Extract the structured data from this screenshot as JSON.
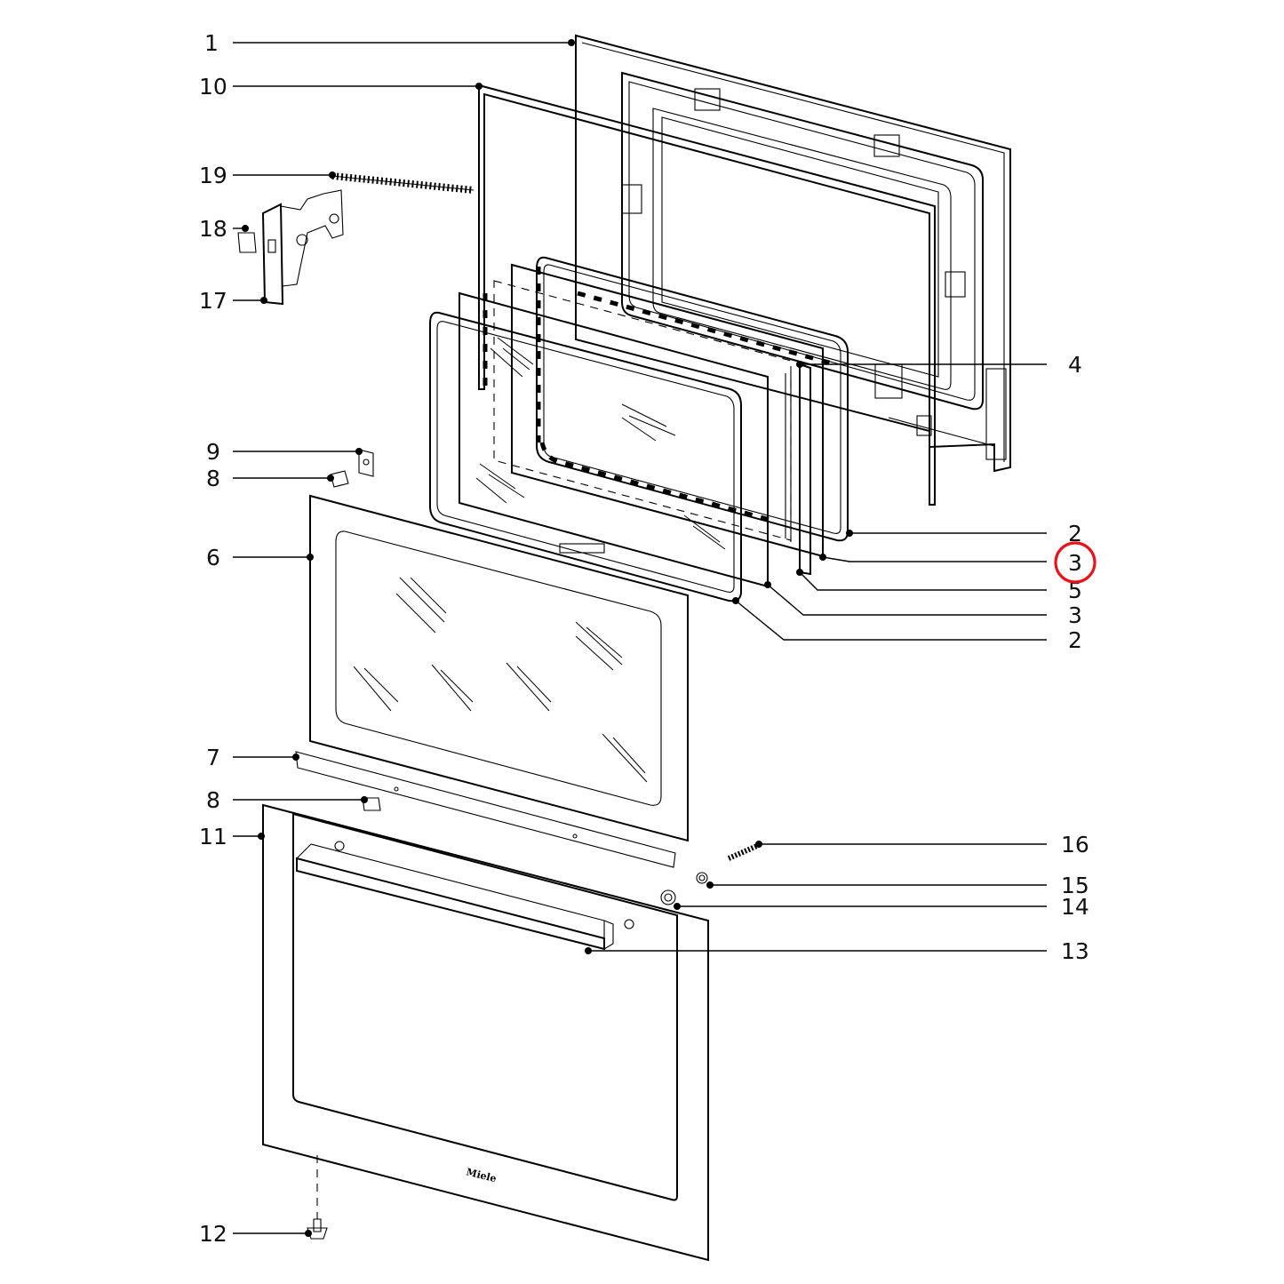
{
  "labels": {
    "l1": "1",
    "l10": "10",
    "l19": "19",
    "l18": "18",
    "l17": "17",
    "l9": "9",
    "l8a": "8",
    "l6": "6",
    "l7": "7",
    "l8b": "8",
    "l11": "11",
    "l12": "12",
    "l4": "4",
    "l2a": "2",
    "l3a": "3",
    "l5": "5",
    "l3b": "3",
    "l2b": "2",
    "l16": "16",
    "l15": "15",
    "l14": "14",
    "l13": "13"
  },
  "brand_logo": "Miele",
  "highlighted_label": "3",
  "colors": {
    "highlight": "#e8141b",
    "line": "#000000",
    "background": "#ffffff"
  }
}
